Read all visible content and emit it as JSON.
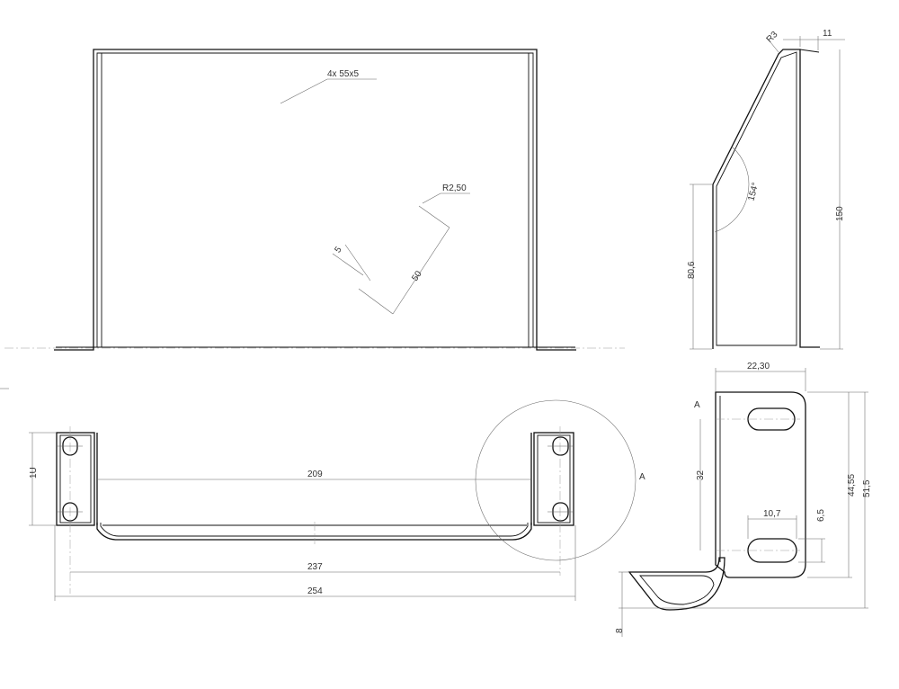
{
  "front_view": {
    "slot_callout": "4x 55x5",
    "slot_radius": "R2,50",
    "slot_width": "5",
    "slot_length": "50"
  },
  "side_view": {
    "top_radius": "R3",
    "top_flange": "11",
    "angle": "154°",
    "height_lower": "80,6",
    "height_total": "150"
  },
  "bottom_view": {
    "rack_unit": "1U",
    "inner_width": "209",
    "hole_spacing": "237",
    "overall_width": "254",
    "detail_marker": "A"
  },
  "detail_view": {
    "label": "A",
    "ear_width": "22,30",
    "hole_vertical_spacing": "32",
    "slot_length": "10,7",
    "slot_height": "6,5",
    "height_inner": "44,55",
    "height_outer": "51,5",
    "bend_depth": "8"
  }
}
